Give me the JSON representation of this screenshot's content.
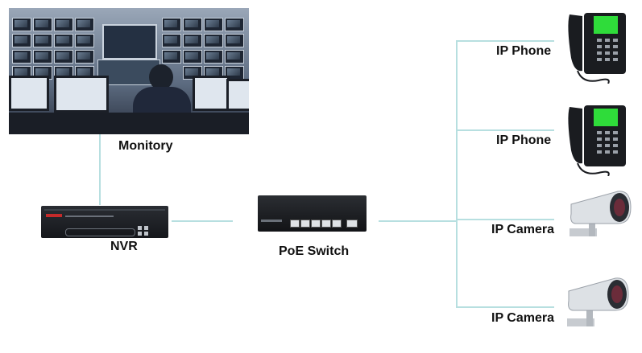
{
  "nodes": {
    "monitory": "Monitory",
    "nvr": "NVR",
    "poe_switch": "PoE Switch",
    "ip_phone_1": "IP Phone",
    "ip_phone_2": "IP Phone",
    "ip_camera_1": "IP Camera",
    "ip_camera_2": "IP Camera"
  },
  "colors": {
    "connector": "#b7dfe0",
    "phone_screen": "#2fdc3a",
    "device_body": "#1a1c20"
  },
  "icons": [
    "monitoring-room-photo",
    "nvr-device",
    "poe-switch-device",
    "ip-phone-icon",
    "ip-camera-icon"
  ]
}
